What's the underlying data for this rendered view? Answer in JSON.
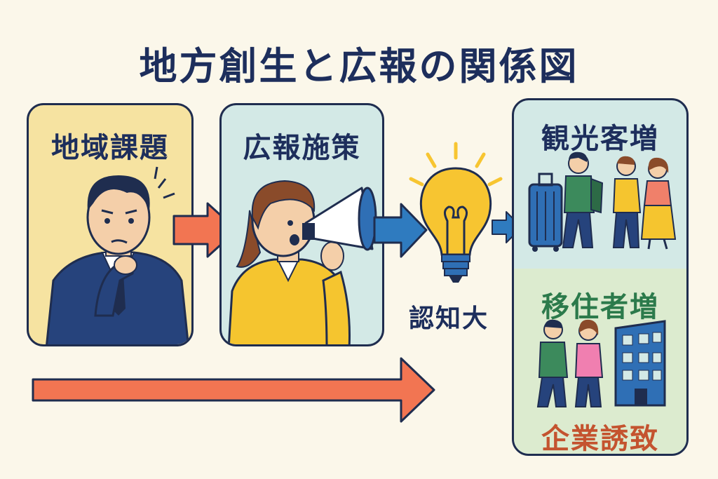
{
  "title": "地方創生と広報の関係図",
  "panels": {
    "issues": {
      "label": "地域課題"
    },
    "pr": {
      "label": "広報施策"
    },
    "tourism": {
      "label": "観光客増"
    },
    "migrants": {
      "label": "移住者増"
    },
    "business": {
      "label": "企業誘致"
    }
  },
  "awareness_label": "認知大",
  "colors": {
    "navy": "#1d2e5c",
    "orange_arrow": "#f27552",
    "blue_arrow": "#2f7bbf",
    "yellow_panel": "#f6e3a1",
    "teal_panel": "#d3e9e6",
    "green_panel": "#dcebcf",
    "bulb": "#f7c531",
    "green_label": "#2c7a4b",
    "red_label": "#c4532f"
  },
  "icons": [
    "worried-businessman",
    "woman-with-megaphone",
    "lightbulb-icon",
    "suitcase-icon",
    "tourist-couple",
    "migrant-couple",
    "office-building-icon"
  ]
}
